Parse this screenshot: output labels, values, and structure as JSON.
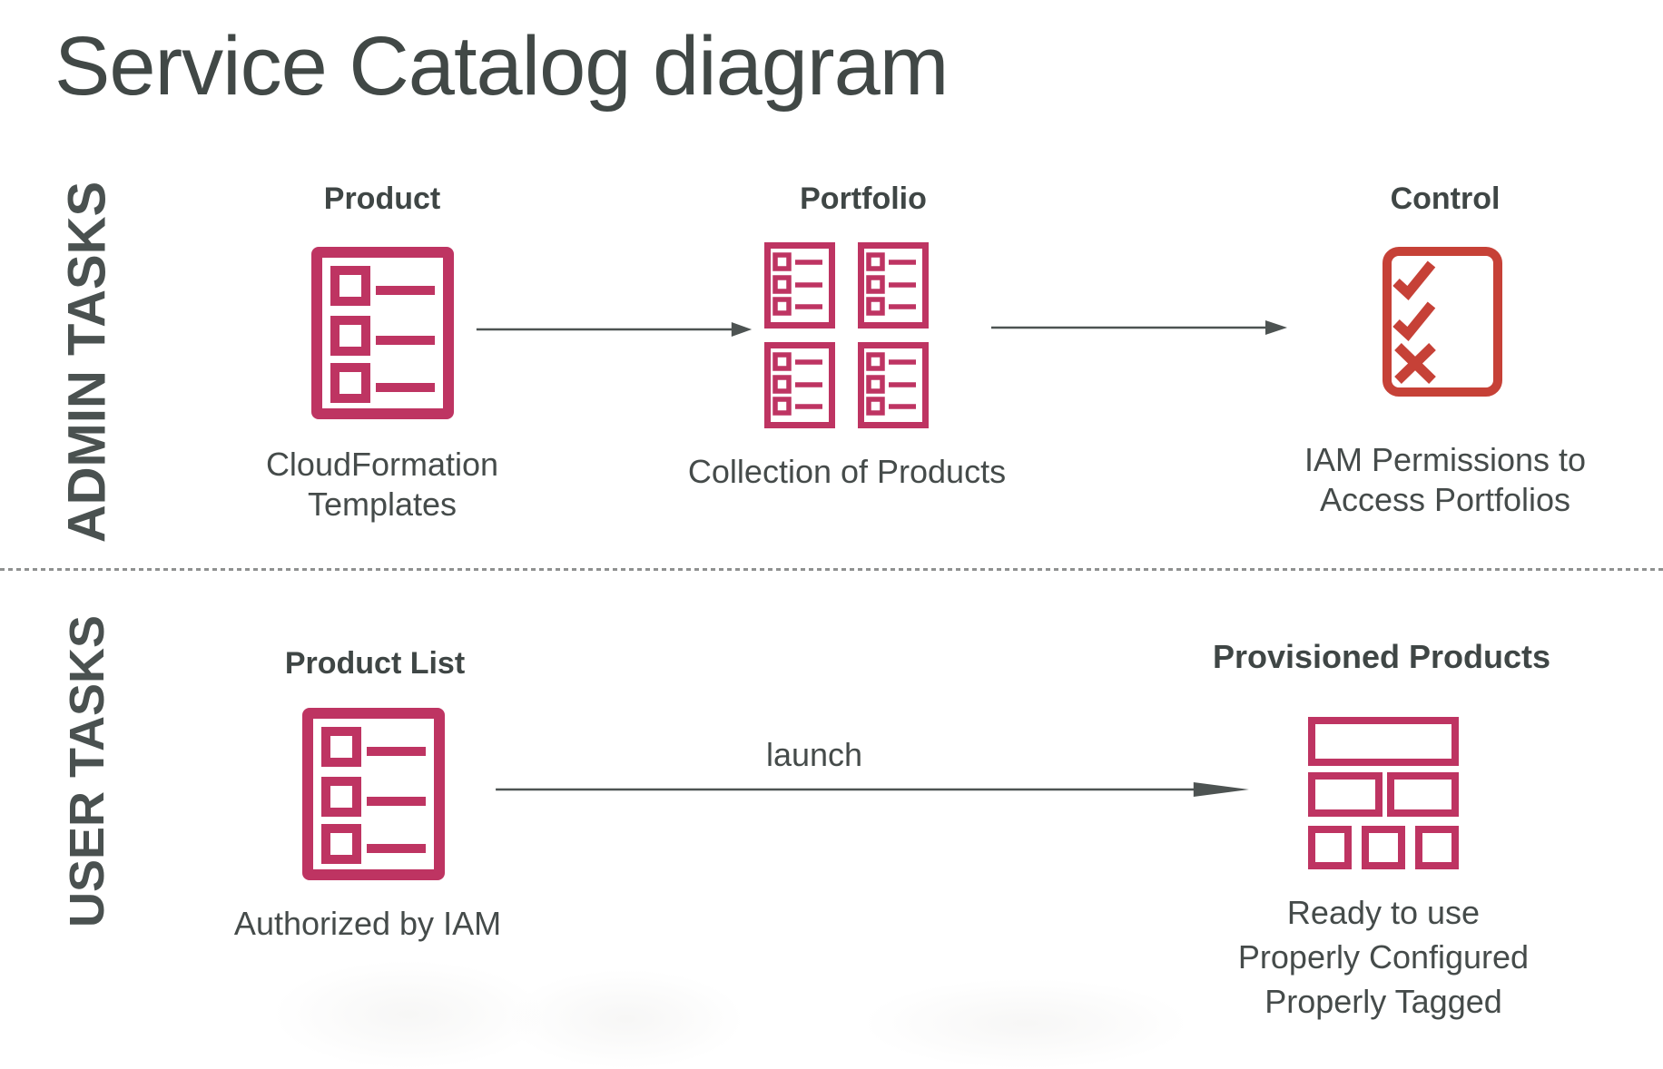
{
  "slide": {
    "title": "Service Catalog diagram",
    "colors": {
      "crimson": "#be3462",
      "red": "#c64137",
      "text": "#454b4a",
      "arrow": "#4d5352"
    }
  },
  "admin_row": {
    "label": "ADMIN TASKS",
    "product": {
      "title": "Product",
      "icon": "list-document-icon",
      "caption_lines": [
        "CloudFormation",
        "Templates"
      ]
    },
    "portfolio": {
      "title": "Portfolio",
      "icon": "four-list-documents-icon",
      "caption_lines": [
        "Collection of Products"
      ]
    },
    "control": {
      "title": "Control",
      "icon": "checklist-check-check-cross-icon",
      "caption_lines": [
        "IAM Permissions to",
        "Access Portfolios"
      ]
    }
  },
  "user_row": {
    "label": "USER TASKS",
    "product_list": {
      "title": "Product List",
      "icon": "list-document-icon",
      "caption_lines": [
        "Authorized by IAM"
      ]
    },
    "launch_arrow_label": "launch",
    "provisioned": {
      "title": "Provisioned Products",
      "icon": "bricks-grid-icon",
      "caption_lines": [
        "Ready to use",
        "Properly Configured",
        "Properly Tagged"
      ]
    }
  }
}
